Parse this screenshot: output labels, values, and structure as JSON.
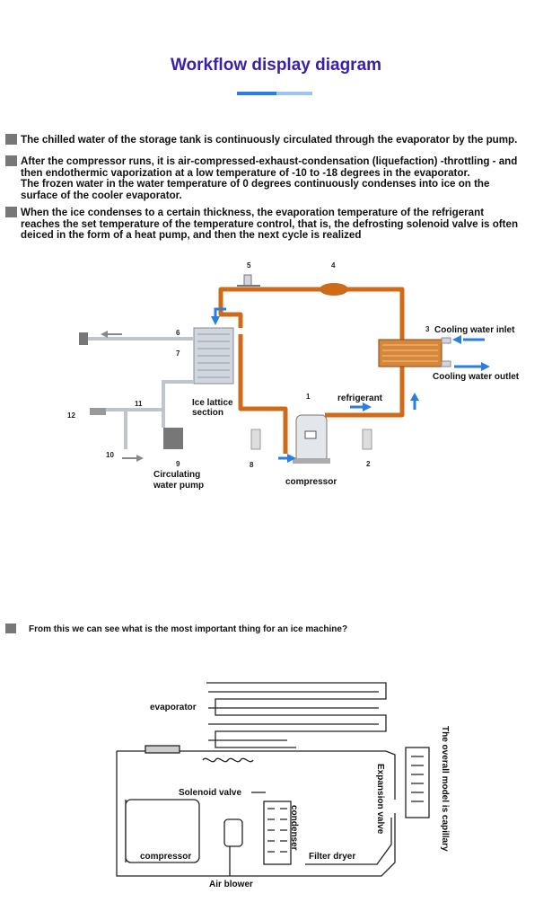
{
  "header": {
    "title": "Workflow display diagram"
  },
  "description": {
    "p1": "The chilled water of the storage tank is continuously circulated through the evaporator by the pump.",
    "p2_line1": "After the compressor runs, it is air-compressed-exhaust-condensation (liquefaction) -throttling - and",
    "p2_line2": "then endothermic vaporization at a low temperature of -10 to -18 degrees in the evaporator.",
    "p2_line3": "The frozen water in the water temperature of 0 degrees continuously condenses into ice on the",
    "p2_line4": "surface of the cooler evaporator.",
    "p3_line1": "When the ice condenses to a certain thickness, the evaporation temperature of the refrigerant",
    "p3_line2": "reaches the set temperature of the temperature control, that is, the defrosting solenoid valve is often",
    "p3_line3": "deiced in the form of a heat pump, and then the next cycle is realized"
  },
  "diagram1": {
    "labels": {
      "cooling_inlet": "Cooling water inlet",
      "cooling_outlet": "Cooling water outlet",
      "refrigerant": "refrigerant",
      "ice_lattice_1": "Ice lattice",
      "ice_lattice_2": "section",
      "compressor": "compressor",
      "pump_1": "Circulating",
      "pump_2": "water pump"
    },
    "numbers": {
      "n1": "1",
      "n2": "2",
      "n3": "3",
      "n4": "4",
      "n5": "5",
      "n6": "6",
      "n7": "7",
      "n8": "8",
      "n9": "9",
      "n10": "10",
      "n11": "11",
      "n12": "12"
    }
  },
  "question": "From this we can see what is the most important thing for an ice machine?",
  "diagram2": {
    "labels": {
      "evaporator": "evaporator",
      "solenoid_valve": "Solenoid valve",
      "compressor": "compressor",
      "air_blower": "Air blower",
      "condenser": "condenser",
      "expansion_valve": "Expansion valve",
      "filter_dryer": "Filter dryer",
      "capillary": "The overall model is capillary"
    }
  },
  "colors": {
    "title": "#3b1fa8",
    "pipe": "#cf6a18",
    "arrow": "#2a7de1",
    "accent_bar": "#2a7de1"
  }
}
